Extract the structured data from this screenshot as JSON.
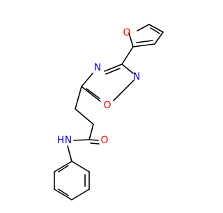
{
  "molecule": {
    "atom_labels": {
      "furan_O": "O",
      "oxadiazole_N4": "N",
      "oxadiazole_N2": "N",
      "oxadiazole_O1": "O",
      "amide_O": "O",
      "amide_N": "N",
      "amide_H": "H"
    },
    "colors": {
      "bond": "#000000",
      "oxygen": "#ff0000",
      "nitrogen": "#0000ff",
      "background": "#ffffff"
    }
  }
}
